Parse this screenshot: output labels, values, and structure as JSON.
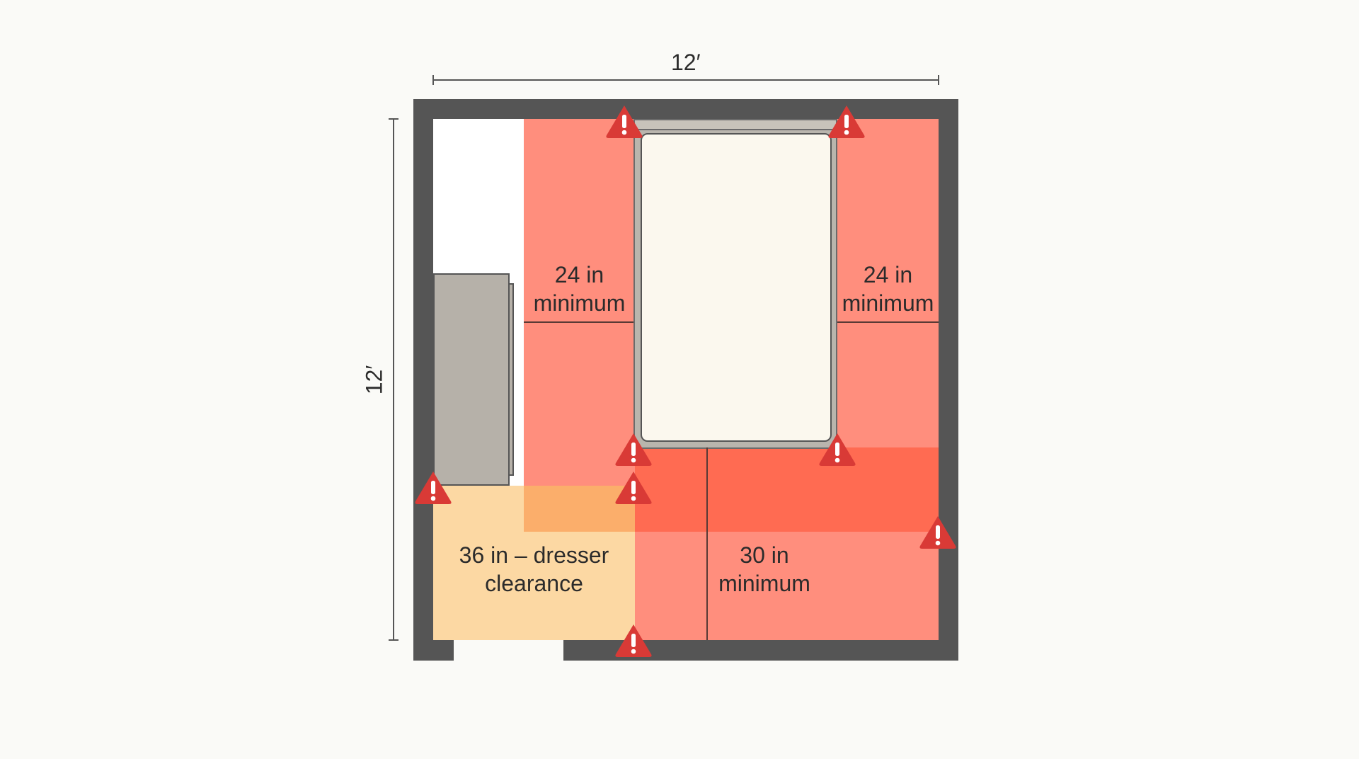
{
  "diagram": {
    "type": "bedroom floor plan clearance diagram",
    "dimensions": {
      "width_label": "12′",
      "height_label": "12′"
    },
    "zones": [
      {
        "id": "left-bed-clearance",
        "label_line1": "24 in",
        "label_line2": "minimum",
        "color": "#ff8e7d"
      },
      {
        "id": "right-bed-clearance",
        "label_line1": "24 in",
        "label_line2": "minimum",
        "color": "#ff8e7d"
      },
      {
        "id": "foot-bed-clearance",
        "label_line1": "30 in",
        "label_line2": "minimum",
        "color": "#ff8e7d"
      },
      {
        "id": "dresser-clearance",
        "label_line1": "36 in – dresser",
        "label_line2": "clearance",
        "color": "#fcd8a3"
      }
    ],
    "furniture": [
      {
        "id": "bed"
      },
      {
        "id": "dresser"
      }
    ],
    "warnings": {
      "count": 8,
      "icon": "warning-triangle-icon",
      "glyph": "!",
      "color": "#d93a36"
    },
    "colors": {
      "wall": "#555555",
      "clearance_red": "#ff8e7d",
      "clearance_red_overlap": "#ff6b52",
      "clearance_orange": "#fcd8a3",
      "clearance_orange_overlap": "#fbae6b",
      "mattress": "#fbf8ee",
      "dresser": "#b6b1a9",
      "background": "#fafaf7"
    }
  }
}
